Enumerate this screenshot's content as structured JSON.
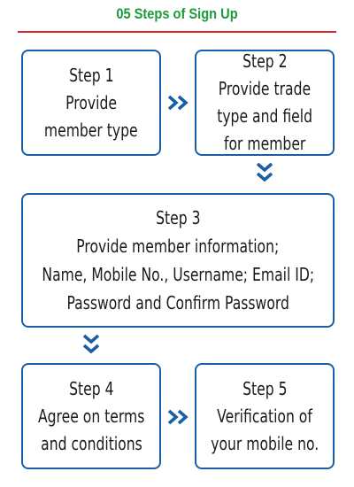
{
  "title": "05 Steps of Sign Up",
  "colors": {
    "title": "#1c9a3c",
    "rule": "#d9242b",
    "border": "#1a5fa6",
    "arrow": "#1a5fa6"
  },
  "steps": [
    {
      "heading": "Step 1",
      "lines": [
        "Provide",
        "member type"
      ]
    },
    {
      "heading": "Step 2",
      "lines": [
        "Provide trade",
        "type and field",
        "for member"
      ]
    },
    {
      "heading": "Step 3",
      "lines": [
        "Provide member information;",
        "Name, Mobile No., Username; Email ID;",
        "Password and Confirm Password"
      ]
    },
    {
      "heading": "Step 4",
      "lines": [
        "Agree on terms",
        "and conditions"
      ]
    },
    {
      "heading": "Step 5",
      "lines": [
        "Verification of",
        "your mobile no."
      ]
    }
  ],
  "arrows": [
    {
      "from": "Step 1",
      "to": "Step 2",
      "icon": "double-chevron-right"
    },
    {
      "from": "Step 2",
      "to": "Step 3",
      "icon": "double-chevron-down"
    },
    {
      "from": "Step 3",
      "to": "Step 4",
      "icon": "double-chevron-down"
    },
    {
      "from": "Step 4",
      "to": "Step 5",
      "icon": "double-chevron-right"
    }
  ]
}
